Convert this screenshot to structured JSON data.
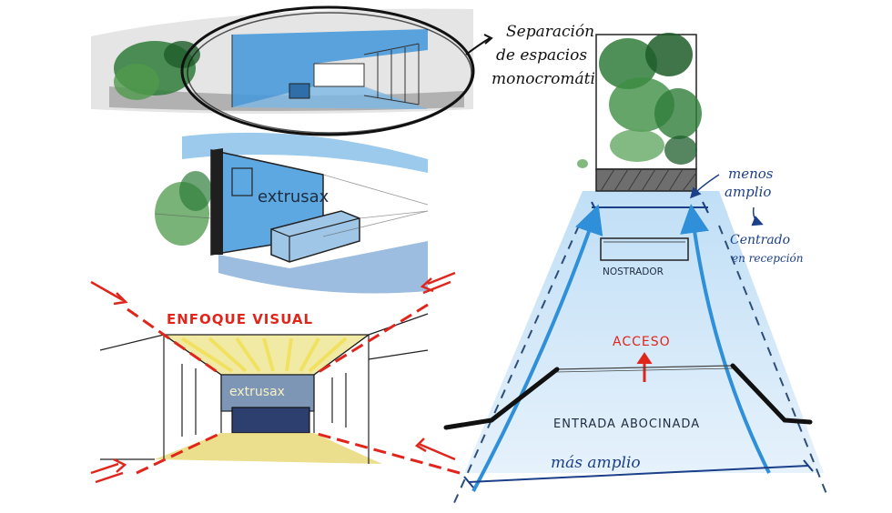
{
  "annotations": {
    "separacion_line1": "Separación",
    "separacion_line2": "de espacios",
    "separacion_line3": "monocromático",
    "enfoque_visual": "ENFOQUE VISUAL",
    "menos_amplio_line1": "menos",
    "menos_amplio_line2": "amplio",
    "centrado_line1": "Centrado",
    "centrado_line2": "en recepción",
    "nostrador": "NOSTRADOR",
    "acceso": "ACCESO",
    "entrada_abocinada": "ENTRADA ABOCINADA",
    "mas_amplio": "más amplio"
  },
  "brand": {
    "logo_text_1": "extrusax",
    "logo_text_2": "extrusax"
  },
  "colors": {
    "ink": "#1f1f1f",
    "marker_blue": "#2f8fd8",
    "wash_blue": "#8fc3ec",
    "light_wash": "#cfe5f7",
    "green": "#2f7d3a",
    "red": "#e0261c",
    "annotation_blue": "#1c3f8a",
    "grey_wash": "#9a9a9a"
  }
}
